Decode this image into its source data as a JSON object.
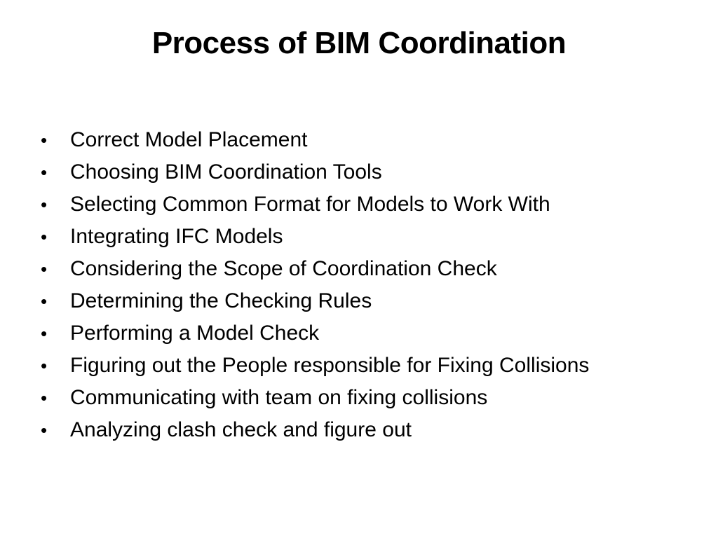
{
  "slide": {
    "title": "Process of BIM Coordination",
    "bullet_symbol": "•",
    "bullets": [
      "Correct Model Placement",
      "Choosing BIM Coordination Tools",
      "Selecting Common Format for Models to Work With",
      "Integrating IFC Models",
      "Considering the Scope of Coordination Check",
      "Determining the Checking Rules",
      "Performing a Model Check",
      "Figuring out the People responsible for Fixing Collisions",
      "Communicating with team on fixing collisions",
      "Analyzing clash check and figure out"
    ]
  },
  "colors": {
    "background": "#ffffff",
    "text": "#000000"
  }
}
